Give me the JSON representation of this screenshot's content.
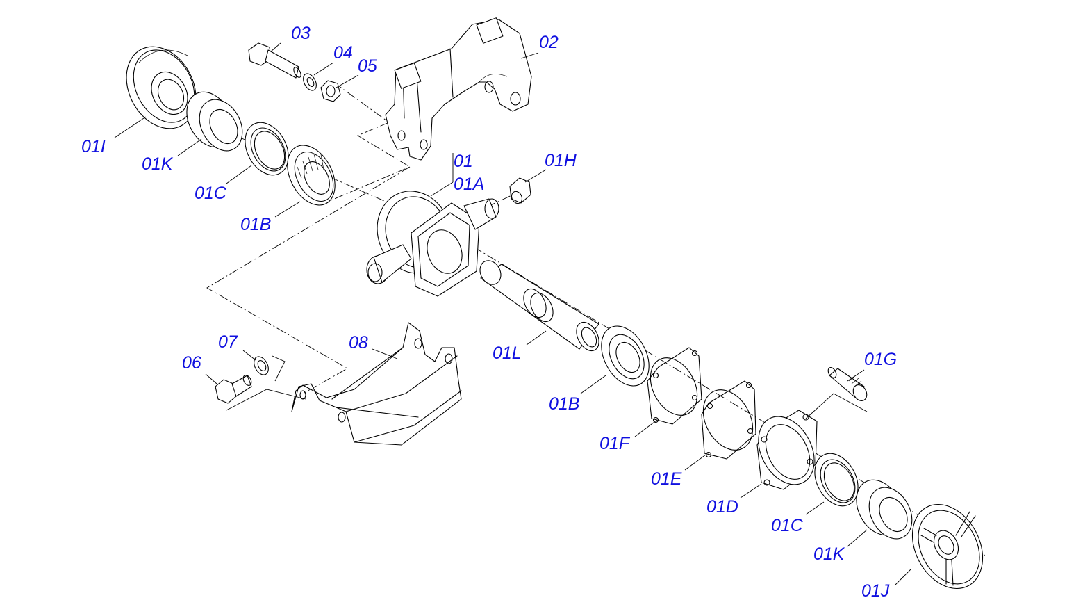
{
  "labels": {
    "p01": "01",
    "p01A": "01A",
    "p01B_top": "01B",
    "p01B_bottom": "01B",
    "p01C_top": "01C",
    "p01C_bottom": "01C",
    "p01D": "01D",
    "p01E": "01E",
    "p01F": "01F",
    "p01G": "01G",
    "p01H": "01H",
    "p01I": "01I",
    "p01J": "01J",
    "p01K_top": "01K",
    "p01K_bottom": "01K",
    "p01L": "01L",
    "p02": "02",
    "p03": "03",
    "p04": "04",
    "p05": "05",
    "p06": "06",
    "p07": "07",
    "p08": "08"
  },
  "colors": {
    "label": "#1010e0",
    "line": "#000000",
    "background": "#ffffff"
  }
}
